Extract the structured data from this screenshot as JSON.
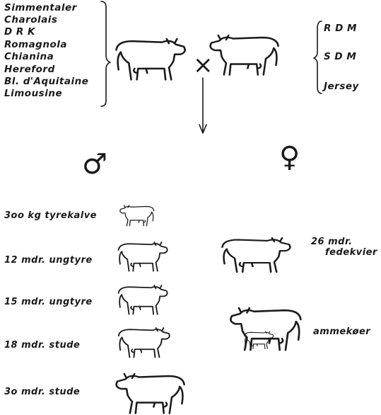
{
  "sire_breeds": [
    "Simmentaler",
    "Charolais",
    "D R K",
    "Romagnola",
    "Chianina",
    "Hereford",
    "Bl. d'Aquitaine",
    "Limousine"
  ],
  "dam_breeds": [
    "R D M",
    "S D M",
    "Jersey"
  ],
  "symbols": {
    "cross": "×",
    "male": "♂",
    "female": "♀"
  },
  "male_offspring": [
    "3oo kg tyrekalve",
    "12 mdr. ungtyre",
    "15 mdr. ungtyre",
    "18 mdr. stude",
    "3o mdr. stude"
  ],
  "female_offspring": {
    "fedekvier_line1": "26 mdr.",
    "fedekvier_line2": "fedekvier",
    "ammekoer": "ammekøer"
  },
  "icons": [
    "bull-icon",
    "cow-icon",
    "calf-icon",
    "steer-icon",
    "heifer-icon",
    "suckler-cow-with-calf-icon"
  ]
}
